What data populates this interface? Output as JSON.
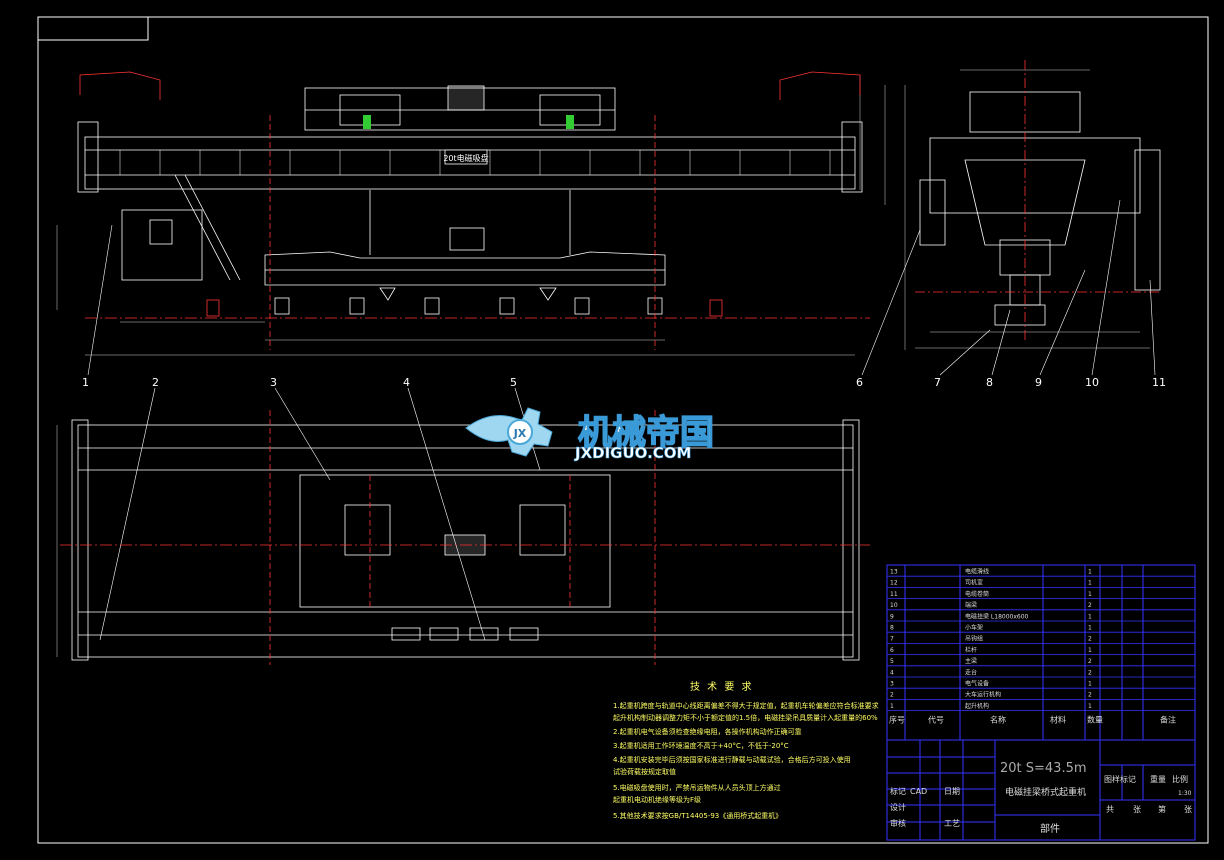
{
  "watermark": {
    "logo_letters": "JX",
    "cn_name": "机械帝国",
    "site": "JXDIGUO.COM"
  },
  "colors": {
    "background": "#000000",
    "frame": "#ffffff",
    "title_block": "#3333ff",
    "centerline": "#ff3333",
    "text_yellow": "#ffff66",
    "dimension": "#cfcfcf"
  },
  "elevation": {
    "trolley_label": "20t电磁吸盘",
    "balloons": [
      "1",
      "2",
      "3",
      "4",
      "5",
      "6",
      "7",
      "8",
      "9",
      "10",
      "11"
    ]
  },
  "tech_requirements": {
    "heading": "技 术 要 求",
    "lines": [
      "1.起重机跨度与轨道中心线距离偏差不得大于规定值，起重机车轮偏差应符合标准要求",
      "  起升机构制动器调整力矩不小于额定值的1.5倍，电磁挂梁吊具质量计入起重量的60%",
      "2.起重机电气设备须检查绝缘电阻，各操作机构动作正确可靠",
      "3.起重机适用工作环境温度不高于+40°C，不低于-20°C",
      "4.起重机安装完毕后须按国家标准进行静载与动载试验，合格后方可投入使用",
      "  试验荷载按规定取值",
      "5.电磁吸盘使用时，严禁吊运物件从人员头顶上方通过",
      "  起重机电动机绝缘等级为F级",
      "5.其他技术要求按GB/T14405-93《通用桥式起重机》"
    ]
  },
  "parts_list": {
    "rows": [
      {
        "no": "13",
        "name": "电缆滑线",
        "qty": "1"
      },
      {
        "no": "12",
        "name": "司机室",
        "qty": "1"
      },
      {
        "no": "11",
        "name": "电缆卷筒",
        "qty": "1"
      },
      {
        "no": "10",
        "name": "端梁",
        "qty": "2"
      },
      {
        "no": "9",
        "name": "电磁挂梁 L18000x600",
        "qty": "1"
      },
      {
        "no": "8",
        "name": "小车架",
        "qty": "1"
      },
      {
        "no": "7",
        "name": "吊钩组",
        "qty": "2"
      },
      {
        "no": "6",
        "name": "栏杆",
        "qty": "1"
      },
      {
        "no": "5",
        "name": "主梁",
        "qty": "2"
      },
      {
        "no": "4",
        "name": "走台",
        "qty": "2"
      },
      {
        "no": "3",
        "name": "电气设备",
        "qty": "1"
      },
      {
        "no": "2",
        "name": "大车运行机构",
        "qty": "2"
      },
      {
        "no": "1",
        "name": "起升机构",
        "qty": "1"
      }
    ],
    "headers": {
      "seq": "序号",
      "code": "代号",
      "name": "名称",
      "material": "材料",
      "qty": "数量",
      "remark": "备注"
    }
  },
  "title_block": {
    "spec": "20t  S=43.5m",
    "name": "电磁挂梁桥式起重机",
    "stage": "图样标记",
    "weight_label": "重量",
    "scale_label": "比例",
    "scale": "1:30",
    "sheet_labels": [
      "共",
      "张",
      "第",
      "张"
    ],
    "rows_left": [
      "标记",
      "设计",
      "审核",
      "工艺"
    ],
    "drafter": "CAD",
    "date_label": "日期",
    "doc_type": "部件"
  }
}
